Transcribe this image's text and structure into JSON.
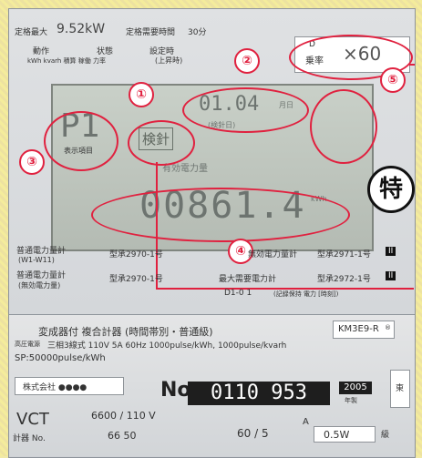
{
  "header": {
    "capacity_label": "定格最大",
    "capacity_value": "9.52kW",
    "period_label": "定格需要時間",
    "period_value": "30分",
    "mode_labels": [
      "動作",
      "状態",
      "設定時"
    ],
    "sublabels": "kWh kvarh 積算  稼働  力率",
    "current_label": "(上昇時)"
  },
  "factor": {
    "label": "乗率",
    "d": "D",
    "value": "×60"
  },
  "lcd": {
    "page": "P1",
    "mode": "検針",
    "reading": "00861.4",
    "reading_unit": "kWh",
    "date": "01.04",
    "date_suffix": "月日",
    "date_hint": "(検針日)",
    "usage_label": "有効電力量",
    "page_note": "表示項目"
  },
  "labels": {
    "special": "特",
    "markers": [
      "①",
      "②",
      "③",
      "④",
      "⑤"
    ]
  },
  "specs": {
    "row1_left": "普通電力量計",
    "row1_sub": "(W1-W11)",
    "row1_type": "型承2970-1号",
    "row1_right": "無効電力量計",
    "row1_type2": "型承2971-1号",
    "row1_badge": "II",
    "row2_left": "普通電力量計",
    "row2_sub": "(無効電力量)",
    "row2_type": "型承2970-1号",
    "row2_mid": "最大需要電力計",
    "row2_type2": "型承2972-1号",
    "row2_badge": "II",
    "row3_code": "D1-0 1",
    "row3_note": "(記録保持 電力 [時刻])"
  },
  "plate": {
    "title": "変成器付  複合計器  (時間帯別・普通級)",
    "model": "KM3E9-R",
    "model_mark": "®",
    "line1": "三相3線式  110V  5A  60Hz  1000pulse/kWh, 1000pulse/kvarh",
    "line1_prefix": "高圧電源",
    "line2": "SP:50000pulse/kWh",
    "maker": "株式会社  ●●●●",
    "no_label": "No.",
    "serial": "0110 953",
    "year": "2005",
    "year_suffix": "年製",
    "side": "東"
  },
  "bottom": {
    "vct": "VCT",
    "ratio_top": "6600 / 110 V",
    "ratio_bottom": "66 50",
    "ratio_label": "計器 No.",
    "ct": "60 / 5",
    "ct_unit": "A",
    "cls": "0.5W",
    "cls_label": "級"
  }
}
